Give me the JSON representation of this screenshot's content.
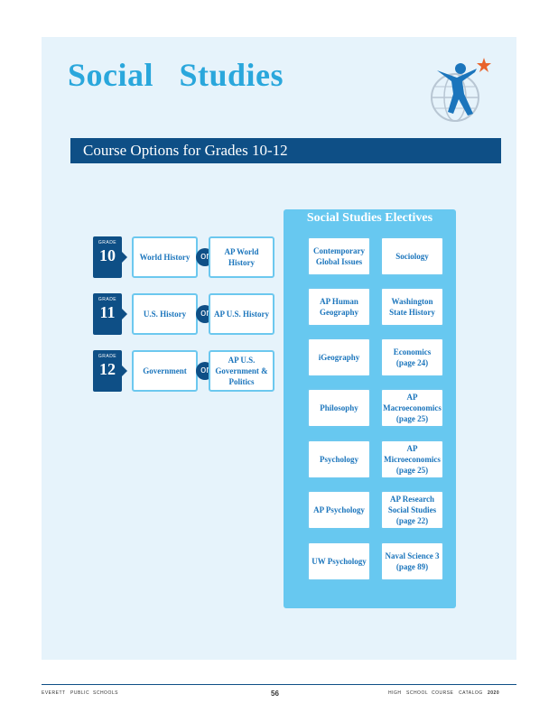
{
  "page": {
    "title": "Social   Studies",
    "banner": "Course Options for Grades 10-12"
  },
  "grades": [
    {
      "label": "GRADE",
      "number": "10",
      "course_a": "World History",
      "course_b": "AP World History",
      "or": "or"
    },
    {
      "label": "GRADE",
      "number": "11",
      "course_a": "U.S. History",
      "course_b": "AP U.S. History",
      "or": "or"
    },
    {
      "label": "GRADE",
      "number": "12",
      "course_a": "Government",
      "course_b": "AP U.S. Government & Politics",
      "or": "or"
    }
  ],
  "electives": {
    "title": "Social Studies Electives",
    "items": [
      "Contemporary Global Issues",
      "Sociology",
      "AP Human Geography",
      "Washington State History",
      "iGeography",
      "Economics (page 24)",
      "Philosophy",
      "AP Macroeconomics (page 25)",
      "Psychology",
      "AP Microeconomics (page 25)",
      "AP Psychology",
      "AP Research Social Studies (page 22)",
      "UW Psychology",
      "Naval Science 3 (page 89)"
    ]
  },
  "footer": {
    "left": [
      "EVERETT",
      "PUBLIC",
      "SCHOOLS"
    ],
    "page_number": "56",
    "right": [
      "HIGH",
      "SCHOOL",
      "COURSE",
      "CATALOG",
      "2020"
    ]
  },
  "colors": {
    "accent": "#2aa7dc",
    "navy": "#0e4f86",
    "panel": "#e6f3fb",
    "electives_bg": "#67c8f0"
  }
}
